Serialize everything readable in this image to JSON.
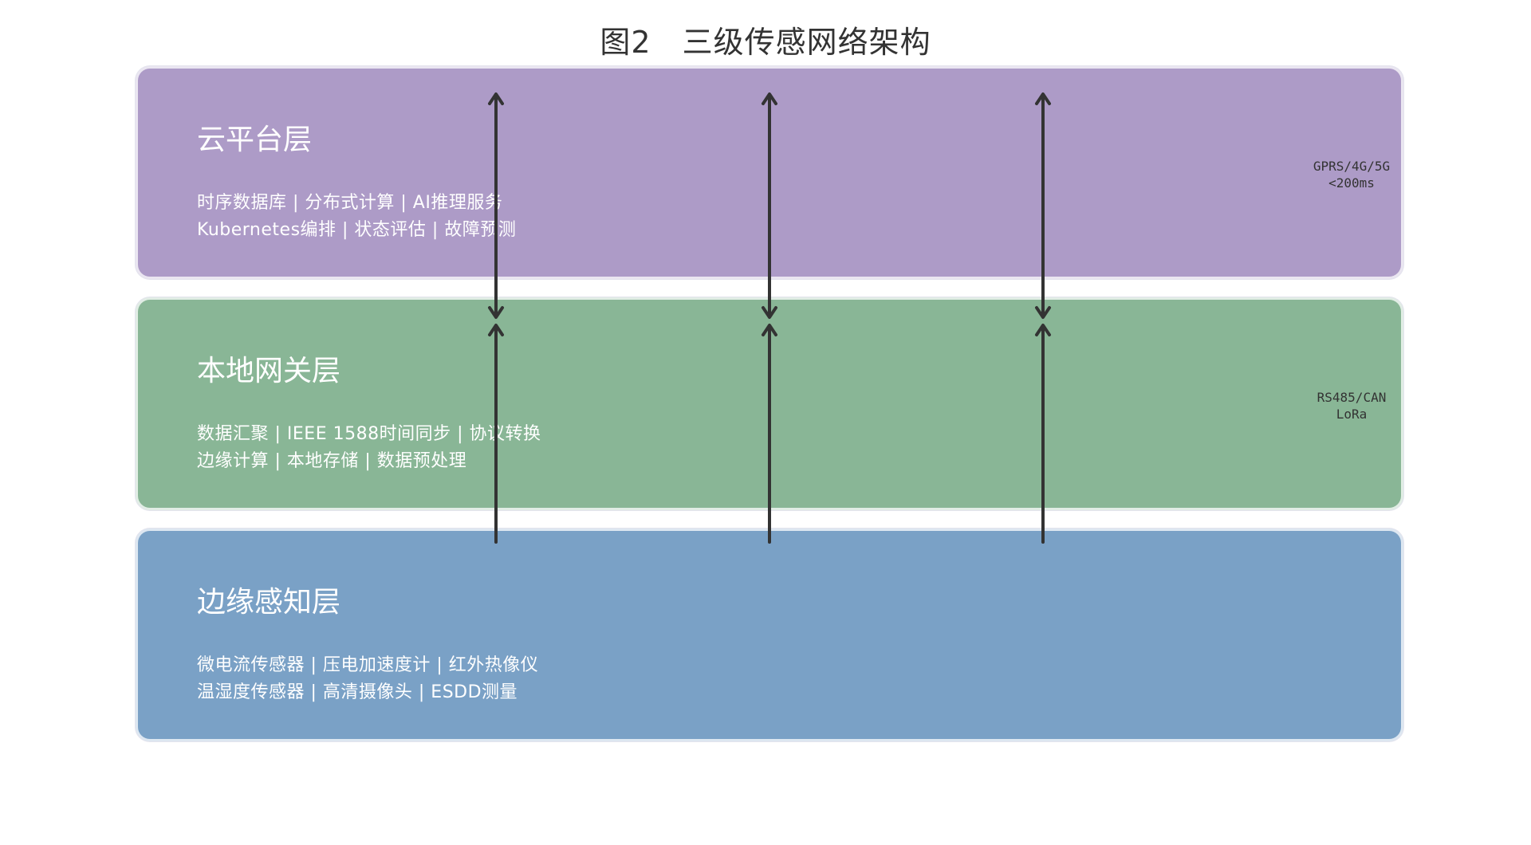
{
  "title": "图2　三级传感网络架构",
  "layers": {
    "cloud": {
      "title": "云平台层",
      "line1": "时序数据库 | 分布式计算 | AI推理服务",
      "line2": "Kubernetes编排 | 状态评估 | 故障预测",
      "note_line1": "GPRS/4G/5G",
      "note_line2": "<200ms",
      "color": "#ad9bc7"
    },
    "gateway": {
      "title": "本地网关层",
      "line1": "数据汇聚 | IEEE 1588时间同步 | 协议转换",
      "line2": "边缘计算 | 本地存储 | 数据预处理",
      "note_line1": "RS485/CAN",
      "note_line2": "LoRa",
      "color": "#89b696"
    },
    "edge": {
      "title": "边缘感知层",
      "line1": "微电流传感器 | 压电加速度计 | 红外热像仪",
      "line2": "温湿度传感器 | 高清摄像头 | ESDD测量",
      "color": "#7aa1c6"
    }
  },
  "arrow_color": "#333333"
}
